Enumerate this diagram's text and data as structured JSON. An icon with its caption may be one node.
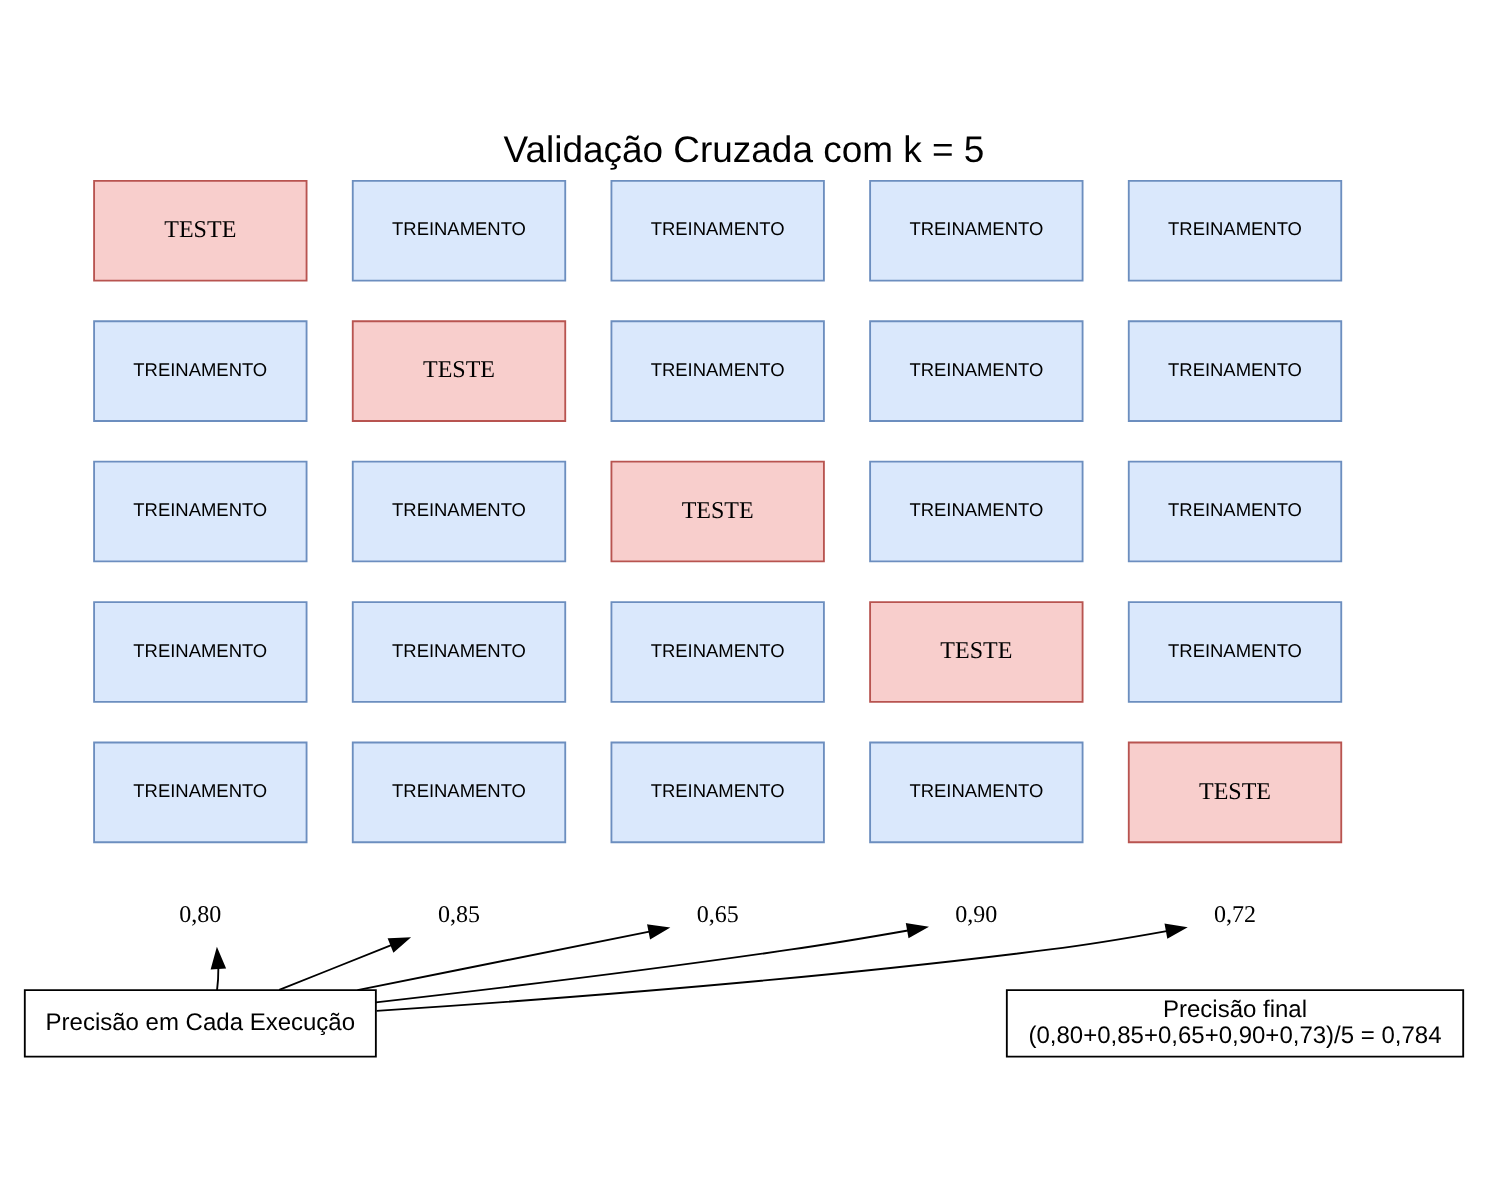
{
  "diagram": {
    "title": "Validação Cruzada com k = 5",
    "nodes": [
      {
        "text": [
          "TESTE"
        ]
      },
      {
        "text": [
          "TREINAMENTO"
        ]
      },
      {
        "text": [
          "TREINAMENTO"
        ]
      },
      {
        "text": [
          "TREINAMENTO"
        ]
      },
      {
        "text": [
          "TREINAMENTO"
        ]
      },
      {
        "text": [
          "TREINAMENTO"
        ]
      },
      {
        "text": [
          "TESTE"
        ]
      },
      {
        "text": [
          "TREINAMENTO"
        ]
      },
      {
        "text": [
          "TREINAMENTO"
        ]
      },
      {
        "text": [
          "TREINAMENTO"
        ]
      },
      {
        "text": [
          "TREINAMENTO"
        ]
      },
      {
        "text": [
          "TREINAMENTO"
        ]
      },
      {
        "text": [
          "TESTE"
        ]
      },
      {
        "text": [
          "TREINAMENTO"
        ]
      },
      {
        "text": [
          "TREINAMENTO"
        ]
      },
      {
        "text": [
          "TREINAMENTO"
        ]
      },
      {
        "text": [
          "TREINAMENTO"
        ]
      },
      {
        "text": [
          "TREINAMENTO"
        ]
      },
      {
        "text": [
          "TESTE"
        ]
      },
      {
        "text": [
          "TREINAMENTO"
        ]
      },
      {
        "text": [
          "TREINAMENTO"
        ]
      },
      {
        "text": [
          "TREINAMENTO"
        ]
      },
      {
        "text": [
          "TREINAMENTO"
        ]
      },
      {
        "text": [
          "TREINAMENTO"
        ]
      },
      {
        "text": [
          "TESTE"
        ]
      },
      {
        "text": [
          "0,80"
        ]
      },
      {
        "text": [
          "0,85"
        ]
      },
      {
        "text": [
          "0,65"
        ]
      },
      {
        "text": [
          "0,90"
        ]
      },
      {
        "text": [
          "0,72"
        ]
      },
      {
        "text": [
          "Precisão em Cada Execução"
        ]
      },
      {
        "text": [
          "Precisão final",
          "(0,80+0,85+0,65+0,90+0,73)/5 = 0,784"
        ]
      }
    ],
    "edges": [
      {
        "from": 30,
        "to": 25,
        "arrow": "to"
      },
      {
        "from": 30,
        "to": 26,
        "arrow": "to"
      },
      {
        "from": 30,
        "to": 27,
        "arrow": "to"
      },
      {
        "from": 30,
        "to": 28,
        "arrow": "to"
      },
      {
        "from": 30,
        "to": 29,
        "arrow": "to"
      }
    ]
  }
}
